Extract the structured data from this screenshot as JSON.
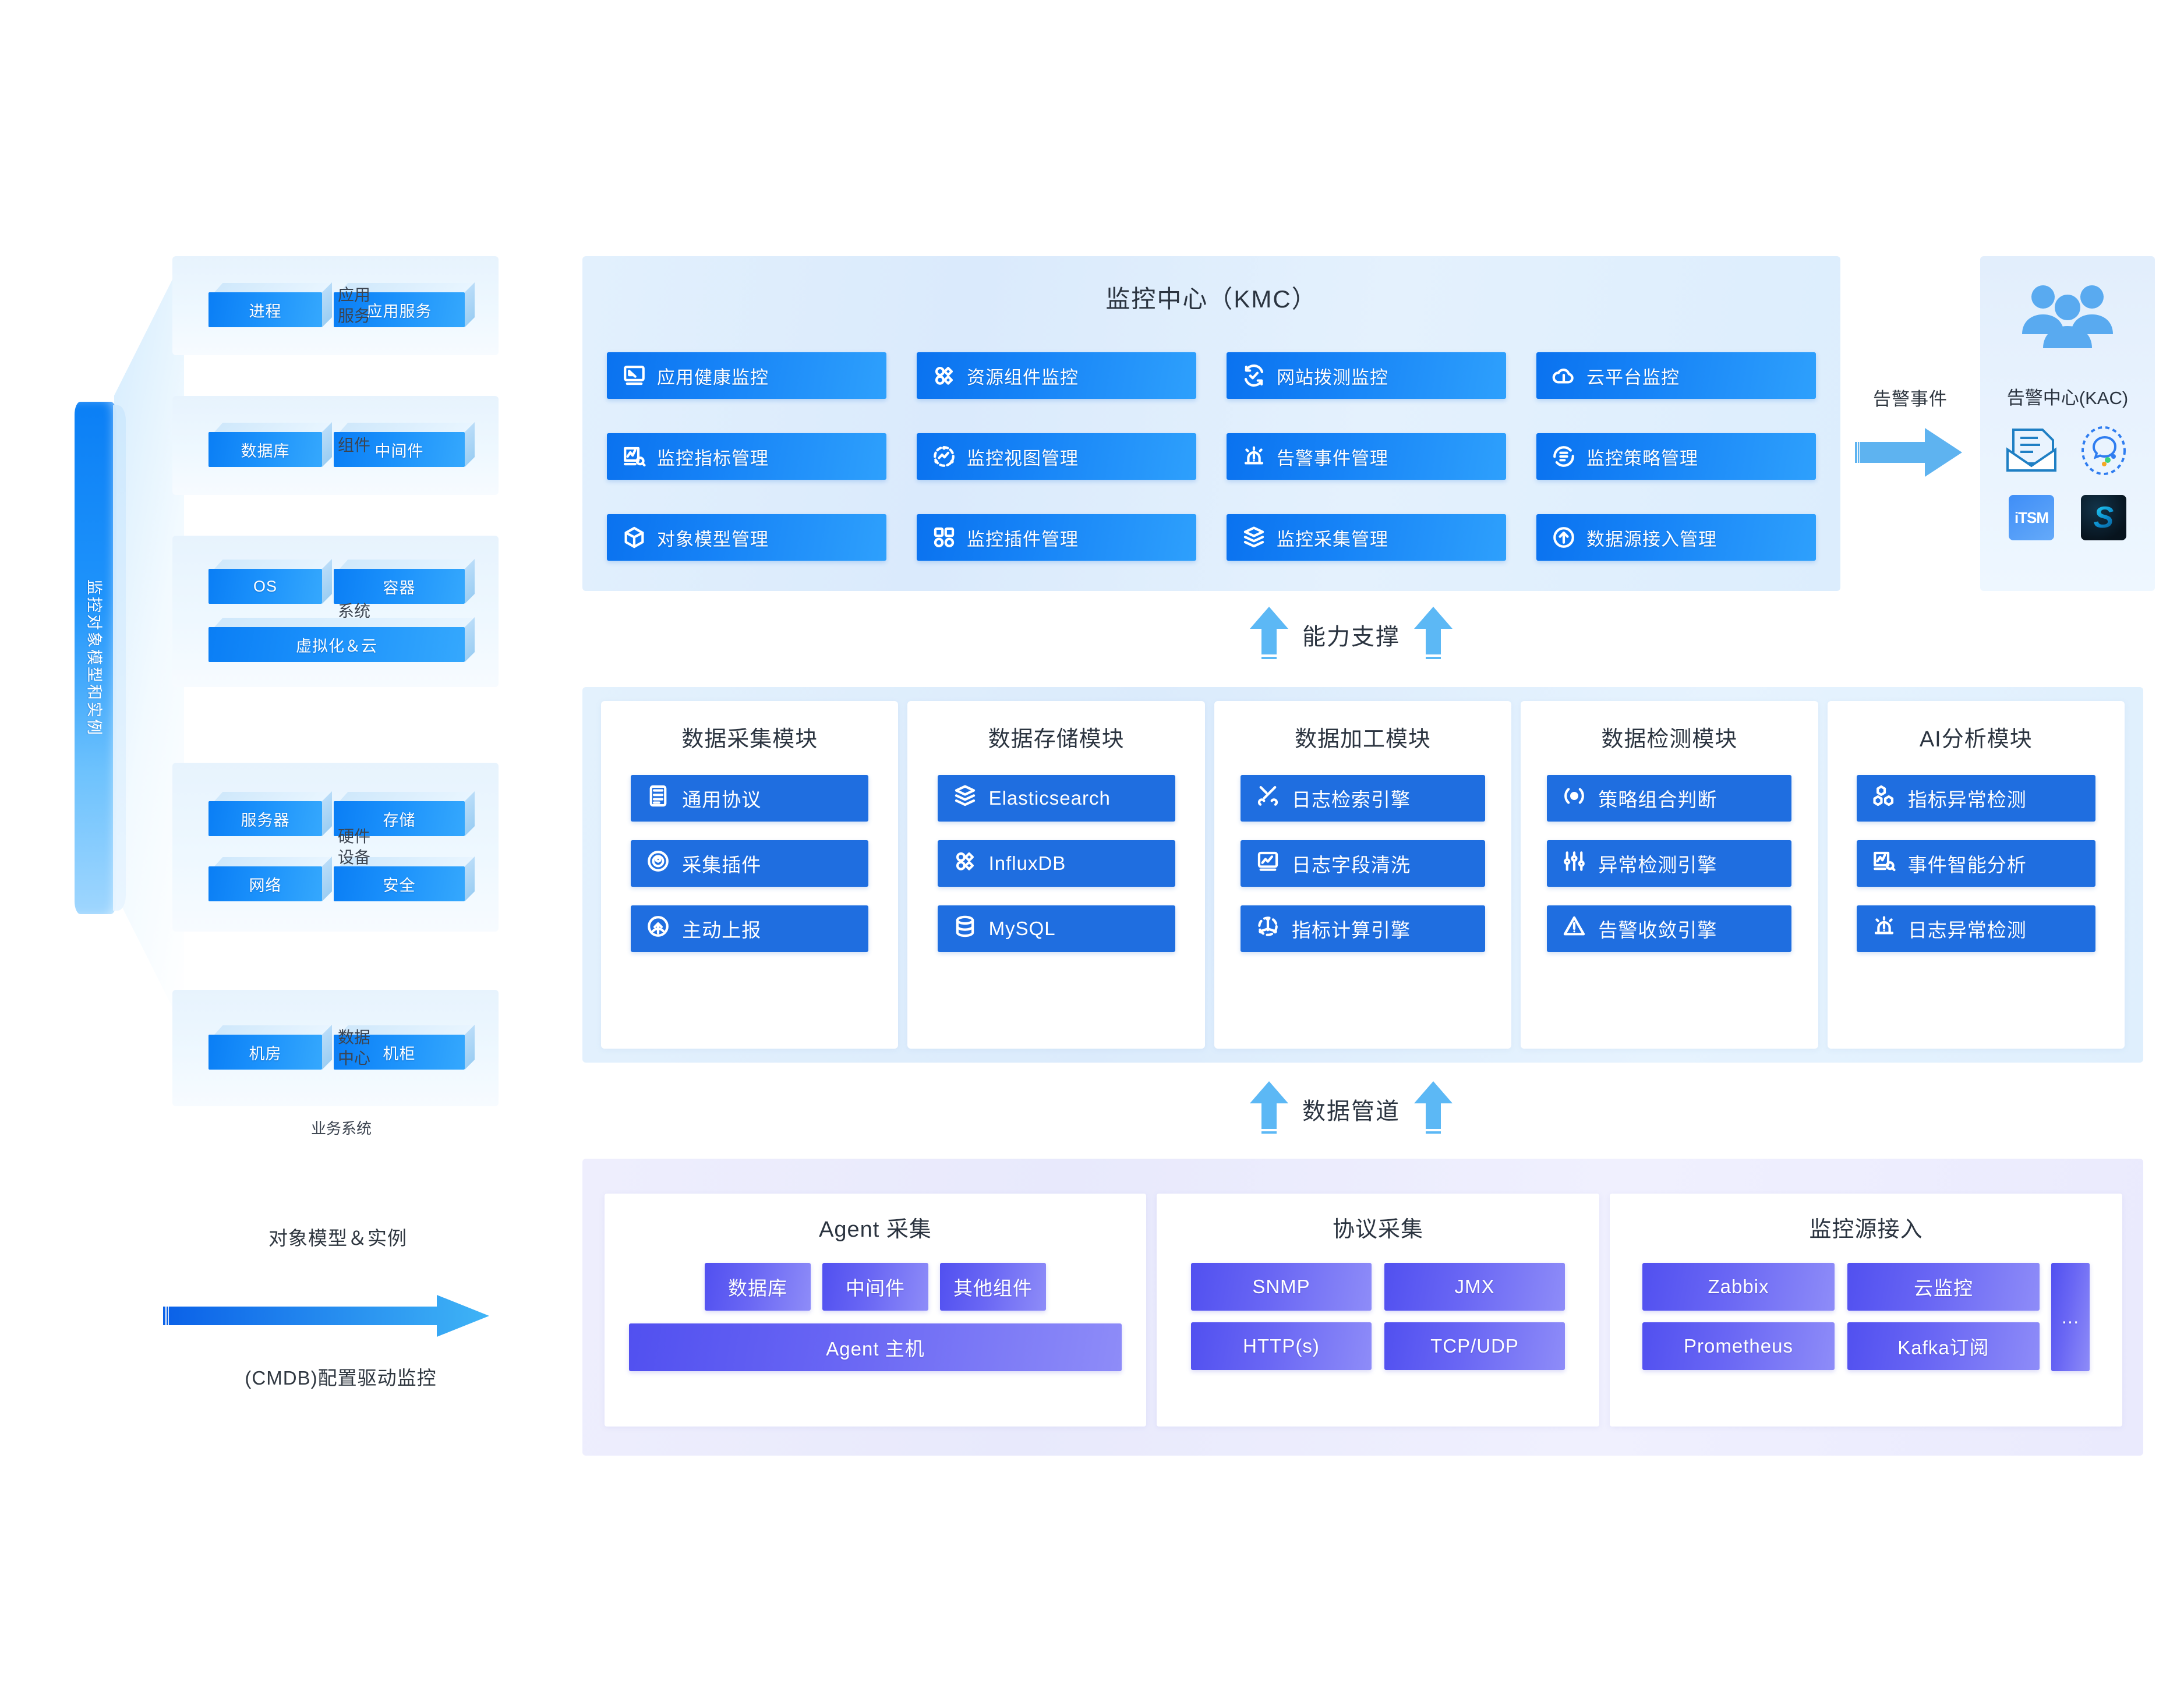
{
  "left_column": {
    "cylinder_label": "监控对象模型和实例",
    "business_system_label": "业务系统",
    "groups": [
      {
        "label": "应用\n服务",
        "label_line1": "应用",
        "label_line2": "服务",
        "items": [
          "进程",
          "应用服务"
        ]
      },
      {
        "label": "组件",
        "label_line1": "组件",
        "label_line2": "",
        "items": [
          "数据库",
          "中间件"
        ]
      },
      {
        "label": "系统",
        "label_line1": "系统",
        "label_line2": "",
        "items": [
          "OS",
          "容器",
          "虚拟化＆云"
        ]
      },
      {
        "label": "硬件设备",
        "label_line1": "硬件",
        "label_line2": "设备",
        "items": [
          "服务器",
          "存储",
          "网络",
          "安全"
        ]
      },
      {
        "label": "数据中心",
        "label_line1": "数据",
        "label_line2": "中心",
        "items": [
          "机房",
          "机柜"
        ]
      }
    ],
    "cmdb": {
      "top_label": "对象模型＆实例",
      "bottom_label": "(CMDB)配置驱动监控",
      "arrow_color": "#1577ee"
    }
  },
  "kmc": {
    "title": "监控中心（KMC）",
    "accent": "#1683f7",
    "items": [
      {
        "icon": "app-health-icon",
        "label": "应用健康监控"
      },
      {
        "icon": "resource-parts-icon",
        "label": "资源组件监控"
      },
      {
        "icon": "website-probe-icon",
        "label": "网站拨测监控"
      },
      {
        "icon": "cloud-icon",
        "label": "云平台监控"
      },
      {
        "icon": "metric-chart-icon",
        "label": "监控指标管理"
      },
      {
        "icon": "view-node-icon",
        "label": "监控视图管理"
      },
      {
        "icon": "alarm-bell-icon",
        "label": "告警事件管理"
      },
      {
        "icon": "policy-doc-icon",
        "label": "监控策略管理"
      },
      {
        "icon": "cube-icon",
        "label": "对象模型管理"
      },
      {
        "icon": "plugin-grid-icon",
        "label": "监控插件管理"
      },
      {
        "icon": "layers-icon",
        "label": "监控采集管理"
      },
      {
        "icon": "upload-circle-icon",
        "label": "数据源接入管理"
      }
    ]
  },
  "alert_flow": {
    "label": "告警事件",
    "arrow_icon": "right-arrow-icon",
    "arrow_color": "#5eb3f0"
  },
  "kac": {
    "title": "告警中心(KAC)",
    "people_icon": "people-group-icon",
    "channels": [
      {
        "icon": "mail-envelope-icon",
        "label": ""
      },
      {
        "icon": "wechat-work-icon",
        "label": ""
      }
    ],
    "integrations": [
      {
        "icon": "itsm-logo-icon",
        "label": "iTSM"
      },
      {
        "icon": "slack-logo-icon",
        "label": "S"
      }
    ]
  },
  "band_capability": {
    "label": "能力支撑",
    "icon": "up-arrow-icon",
    "color": "#5cb8f5"
  },
  "band_pipeline": {
    "label": "数据管道",
    "icon": "up-arrow-icon",
    "color": "#5cb8f5"
  },
  "modules": {
    "accent": "#1f6ee0",
    "list": [
      {
        "title": "数据采集模块",
        "items": [
          {
            "icon": "protocol-doc-icon",
            "label": "通用协议"
          },
          {
            "icon": "plugin-gear-icon",
            "label": "采集插件"
          },
          {
            "icon": "push-up-icon",
            "label": "主动上报"
          }
        ]
      },
      {
        "title": "数据存储模块",
        "items": [
          {
            "icon": "layers-icon",
            "label": "Elasticsearch"
          },
          {
            "icon": "influx-icon",
            "label": "InfluxDB"
          },
          {
            "icon": "database-icon",
            "label": "MySQL"
          }
        ]
      },
      {
        "title": "数据加工模块",
        "items": [
          {
            "icon": "tools-icon",
            "label": "日志检索引擎"
          },
          {
            "icon": "chart-box-icon",
            "label": "日志字段清洗"
          },
          {
            "icon": "graph-node-icon",
            "label": "指标计算引擎"
          }
        ]
      },
      {
        "title": "数据检测模块",
        "items": [
          {
            "icon": "target-circle-icon",
            "label": "策略组合判断"
          },
          {
            "icon": "sliders-icon",
            "label": "异常检测引擎"
          },
          {
            "icon": "warning-icon",
            "label": "告警收敛引擎"
          }
        ]
      },
      {
        "title": "AI分析模块",
        "items": [
          {
            "icon": "hex-nodes-icon",
            "label": "指标异常检测"
          },
          {
            "icon": "chart-search-icon",
            "label": "事件智能分析"
          },
          {
            "icon": "alarm-bell-icon",
            "label": "日志异常检测"
          }
        ]
      }
    ]
  },
  "collection": {
    "accent": "#6a67f4",
    "agent": {
      "title": "Agent 采集",
      "components": [
        "数据库",
        "中间件",
        "其他组件"
      ],
      "host": "Agent 主机"
    },
    "protocol": {
      "title": "协议采集",
      "items": [
        "SNMP",
        "JMX",
        "HTTP(s)",
        "TCP/UDP"
      ]
    },
    "source": {
      "title": "监控源接入",
      "items": [
        "Zabbix",
        "云监控",
        "Prometheus",
        "Kafka订阅"
      ],
      "more": "..."
    }
  }
}
